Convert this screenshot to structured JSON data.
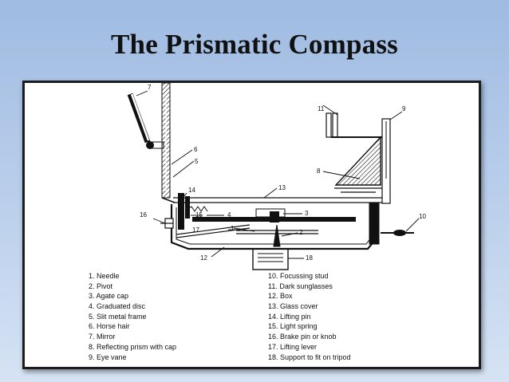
{
  "slide": {
    "title": "The Prismatic Compass"
  },
  "diagram": {
    "labels": [
      "1",
      "2",
      "3",
      "4",
      "5",
      "6",
      "7",
      "8",
      "9",
      "10",
      "11",
      "12",
      "13",
      "14",
      "15",
      "16",
      "17",
      "18"
    ],
    "legend_left": [
      "1. Needle",
      "2. Pivot",
      "3. Agate cap",
      "4. Graduated disc",
      "5. Slit metal frame",
      "6. Horse hair",
      "7. Mirror",
      "8. Reflecting prism with cap",
      "9. Eye vane"
    ],
    "legend_right": [
      "10. Focussing stud",
      "11. Dark sunglasses",
      "12. Box",
      "13. Glass cover",
      "14. Lifting pin",
      "15. Light spring",
      "16. Brake pin or knob",
      "17. Lifting lever",
      "18. Support to fit on tripod"
    ]
  }
}
